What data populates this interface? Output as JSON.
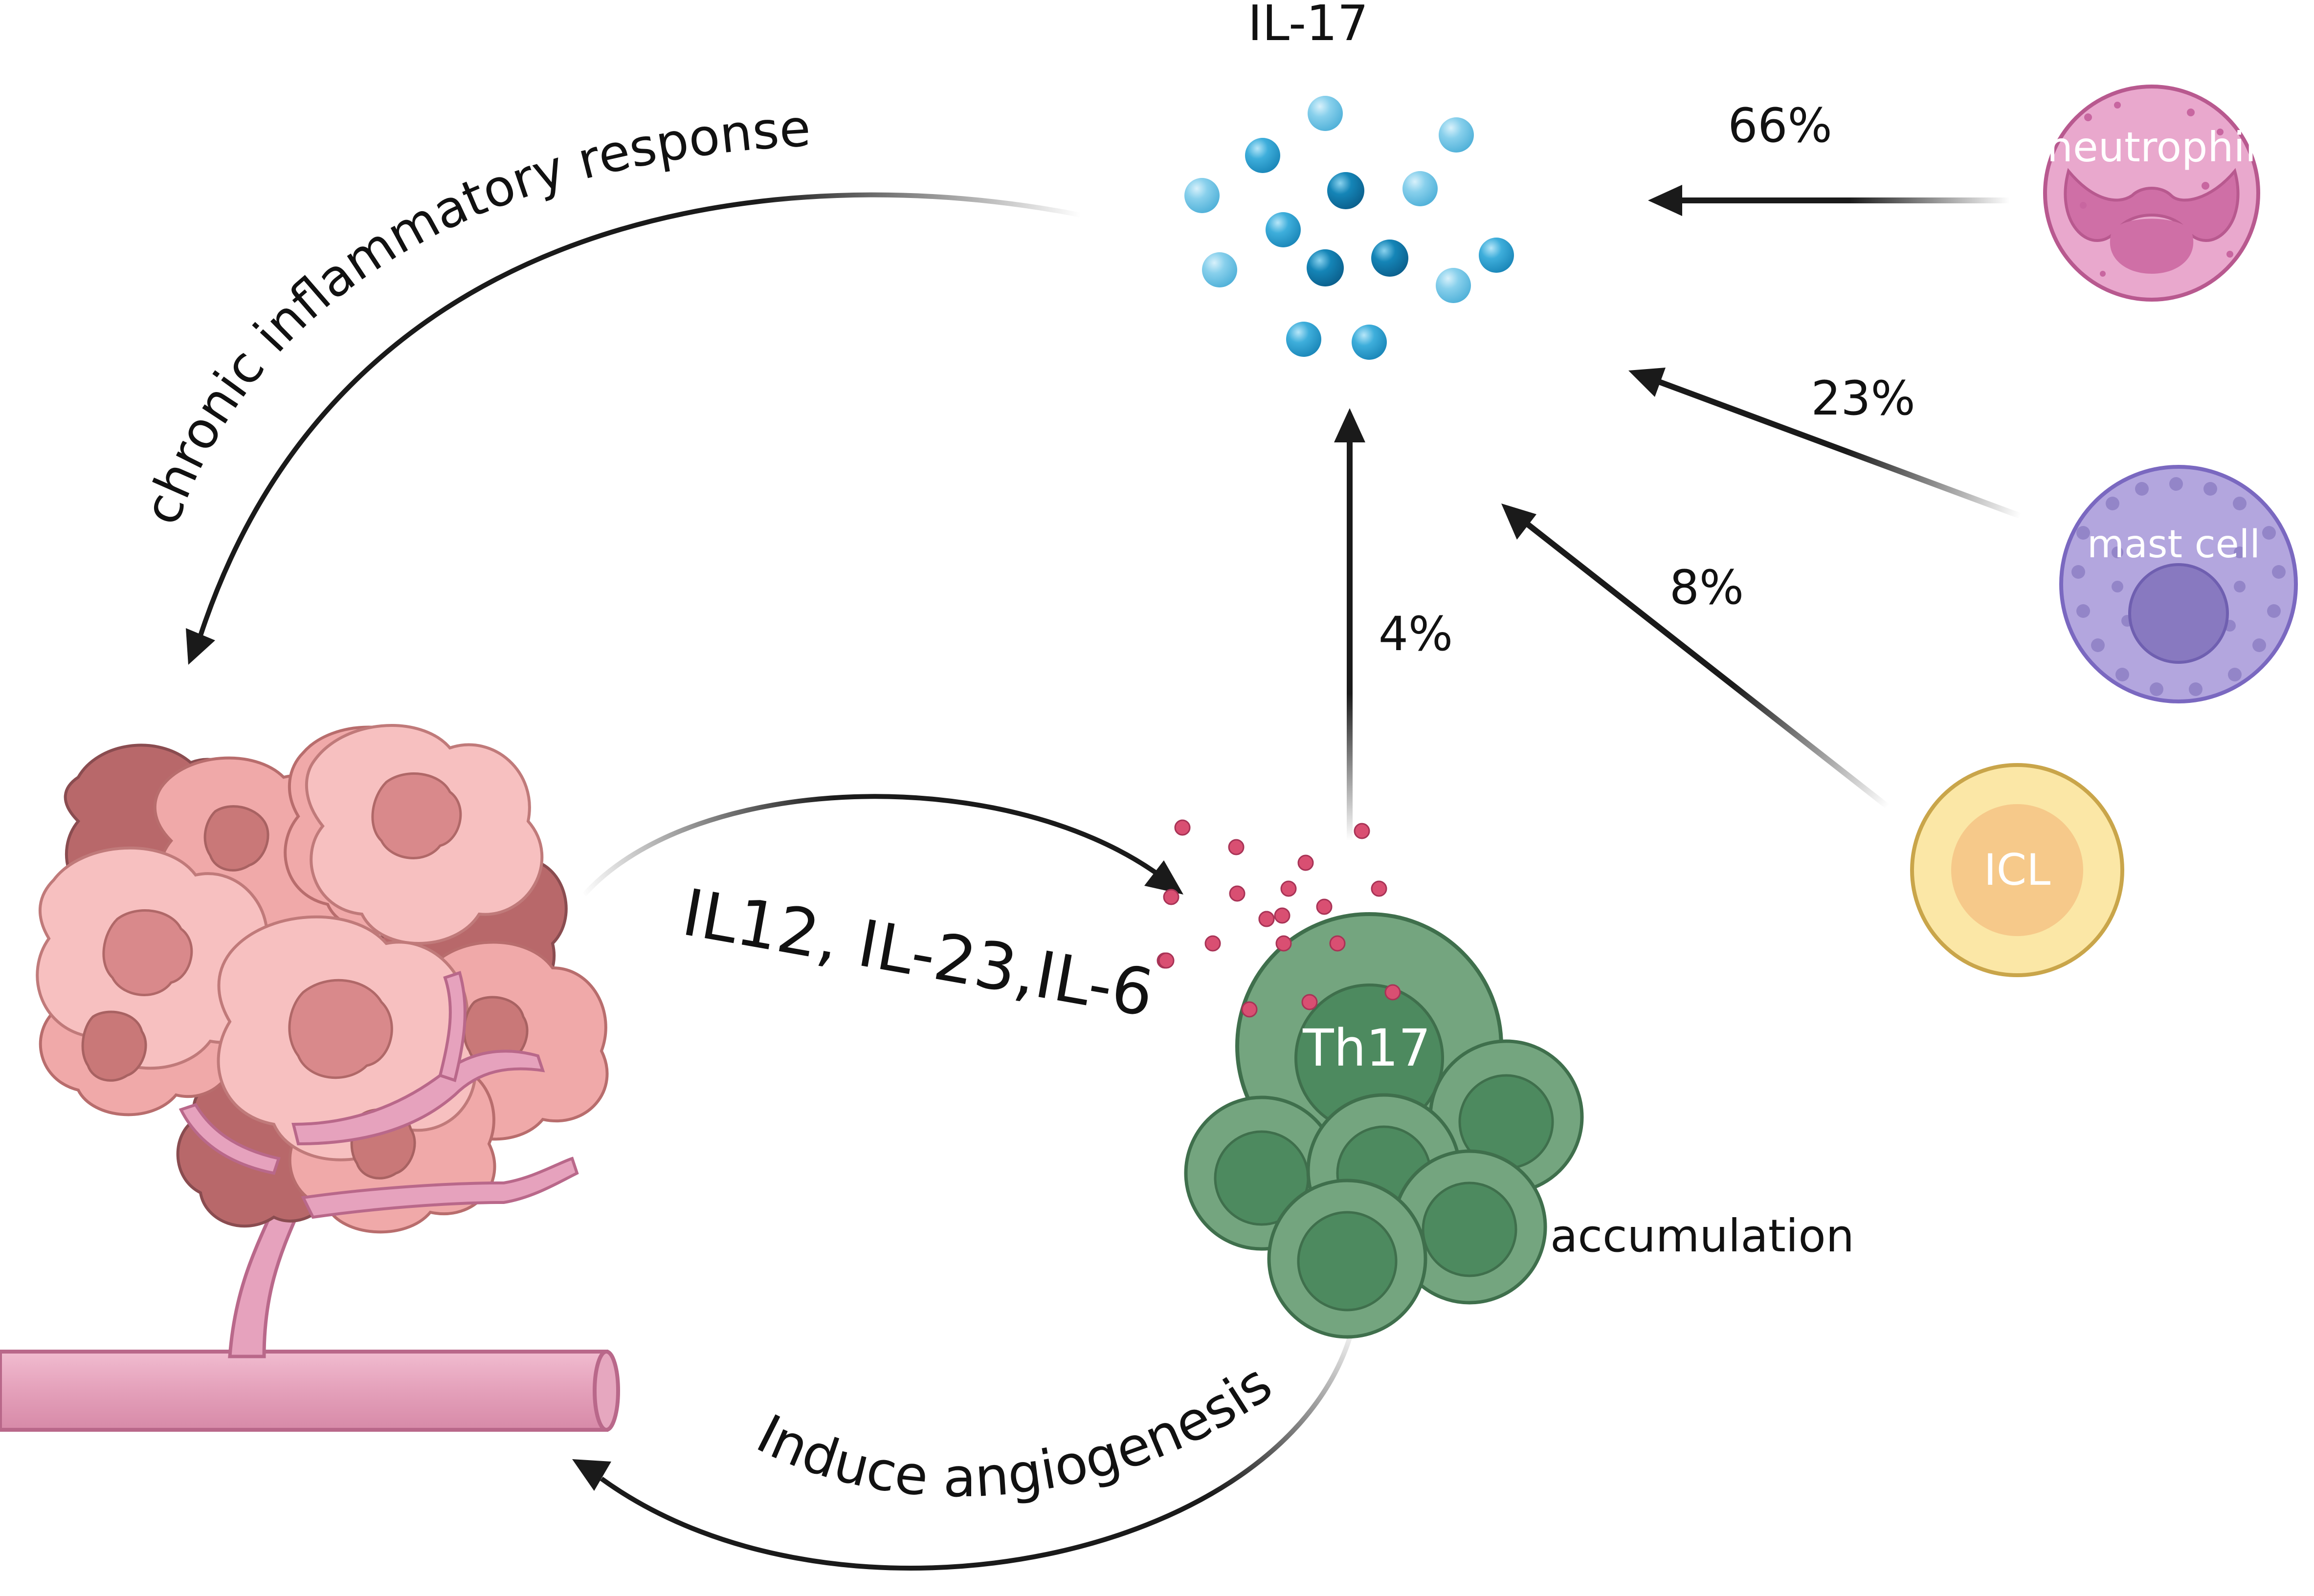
{
  "labels": {
    "il17": "IL-17",
    "chronic": "chronic inflammatory response",
    "cytokines": "IL12, IL-23,IL-6",
    "angiogenesis": "Induce angiogenesis",
    "accumulation": "accumulation",
    "th17": "Th17",
    "neutrophil": "neutrophil",
    "mast_cell": "mast cell",
    "icl": "ICL"
  },
  "percentages": {
    "neutrophil": "66%",
    "mast_cell": "23%",
    "icl": "8%",
    "th17": "4%"
  },
  "colors": {
    "il17_light": "#7fcbe6",
    "il17_dark": "#1b8fc2",
    "tumor": "#f2b3b3",
    "tumor_dark": "#c87474",
    "vessel": "#e8a3bd",
    "th17": "#6fa27a",
    "th17_dark": "#3f7f55",
    "neutrophil": "#e9a8cd",
    "mast_cell": "#b3a6de",
    "icl": "#fbe7a6",
    "cytokine_dots": "#d94f72",
    "arrow": "#1a1a1a"
  }
}
